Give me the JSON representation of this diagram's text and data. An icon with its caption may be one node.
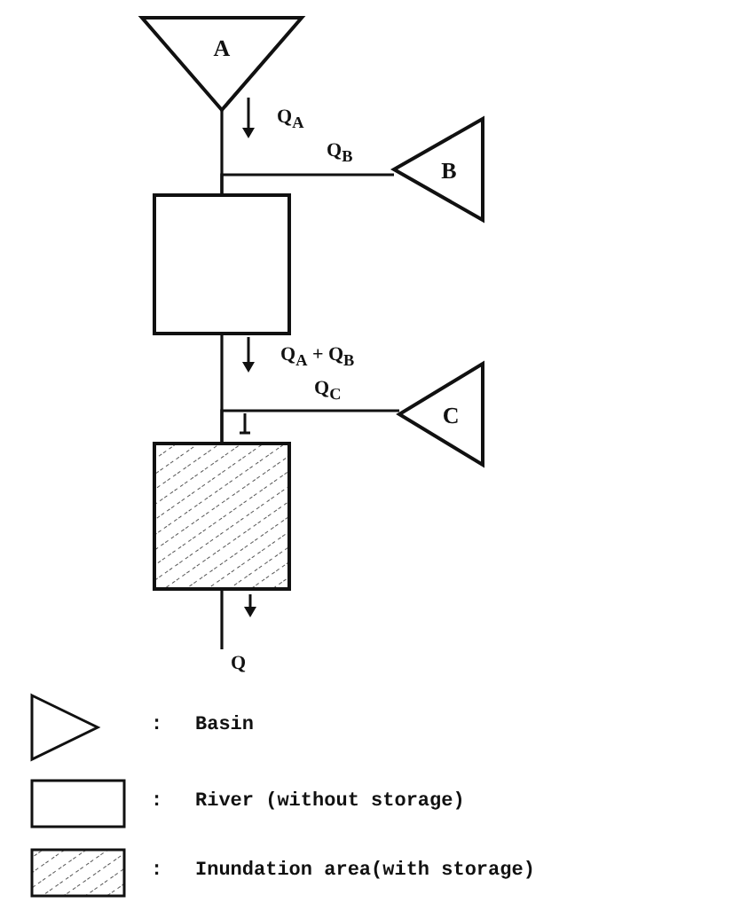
{
  "diagram": {
    "nodes": [
      {
        "text": [
          "A"
        ]
      },
      {
        "text": [
          "B"
        ]
      },
      {
        "text": [],
        "shape": "box"
      },
      {
        "text": [
          "C"
        ]
      },
      {
        "text": [],
        "shape": "box"
      }
    ],
    "edges": [
      {
        "from": 0,
        "to": 2,
        "arrow": "none",
        "label": "Q$_{A}$"
      },
      {
        "from": 1,
        "to": 2,
        "arrow": "none",
        "label": "Q$_{B}$"
      },
      {
        "from": 2,
        "to": 4,
        "arrow": "none",
        "label": "Q$_{A}$ + Q$_{B}$"
      },
      {
        "from": 3,
        "to": 4,
        "arrow": "none",
        "label": "Q$_{C}$"
      },
      {
        "from": 4,
        "to": null,
        "arrow": "none",
        "label": "Q"
      }
    ],
    "labels": [
      ":",
      ":",
      ":"
    ],
    "legend": [
      {
        "text": "Basin"
      },
      {
        "text": "River (without storage)"
      },
      {
        "text": "Inundation area(with storage)"
      }
    ]
  }
}
